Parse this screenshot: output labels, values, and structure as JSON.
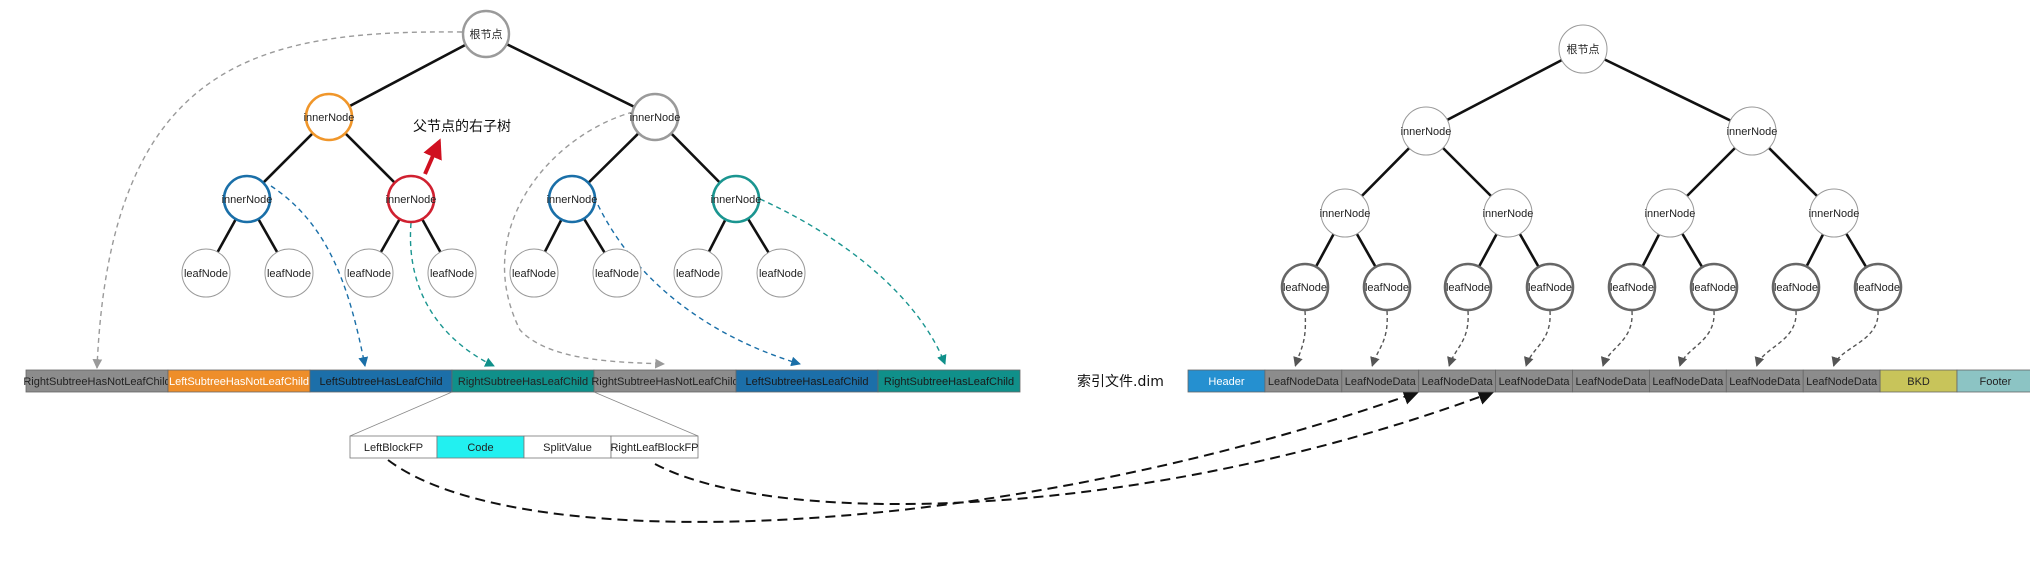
{
  "colors": {
    "gray_node": "#9a9a9a",
    "orange_node": "#f0962a",
    "blue_node": "#1a6fa8",
    "red_node": "#d02030",
    "teal_node": "#1a9590",
    "cell_gray": "#8c8c8c",
    "cell_orange": "#ee8e2a",
    "cell_blue": "#1c6fa9",
    "cell_teal": "#10908a",
    "header_blue": "#2590d0",
    "bkd_yellow": "#c8c45a",
    "footer_teal": "#8cc4c4",
    "code_cyan": "#22f0f0",
    "red_arrow": "#d01020"
  },
  "left_tree": {
    "root_label": "根节点",
    "inner_label": "innerNode",
    "leaf_label": "leafNode",
    "annotation": "父节点的右子树"
  },
  "packed_array": {
    "cells": [
      "RightSubtreeHasNotLeafChild",
      "LeftSubtreeHasNotLeafChild",
      "LeftSubtreeHasLeafChild",
      "RightSubtreeHasLeafChild",
      "RightSubtreeHasNotLeafChild",
      "LeftSubtreeHasLeafChild",
      "RightSubtreeHasLeafChild"
    ]
  },
  "detail_record": {
    "fields": [
      "LeftBlockFP",
      "Code",
      "SplitValue",
      "RightLeafBlockFP"
    ]
  },
  "right_tree": {
    "root_label": "根节点",
    "inner_label": "innerNode",
    "leaf_label": "leafNode"
  },
  "index_file": {
    "name": "索引文件.dim",
    "cells": [
      "Header",
      "LeafNodeData",
      "LeafNodeData",
      "LeafNodeData",
      "LeafNodeData",
      "LeafNodeData",
      "LeafNodeData",
      "LeafNodeData",
      "LeafNodeData",
      "BKD",
      "Footer"
    ]
  }
}
